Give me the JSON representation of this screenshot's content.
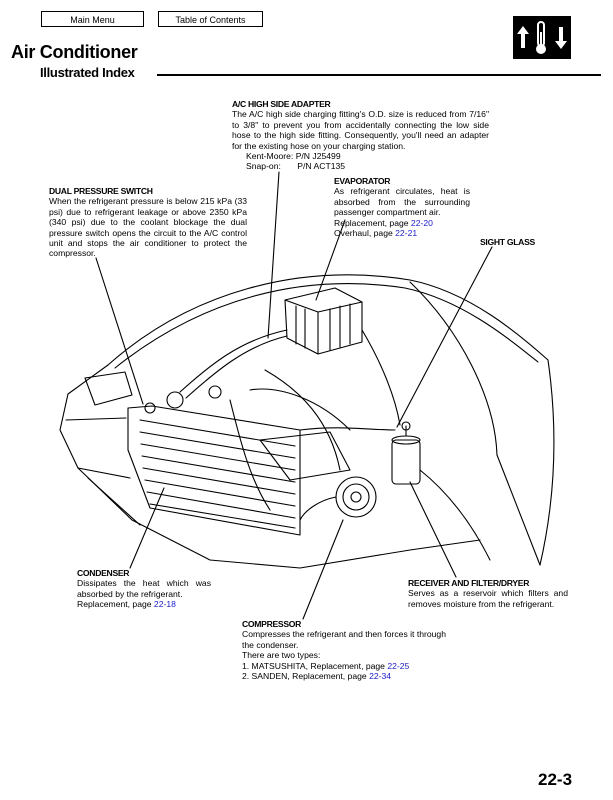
{
  "nav": {
    "main_menu": "Main Menu",
    "table_of_contents": "Table of Contents"
  },
  "header": {
    "title": "Air Conditioner",
    "subtitle": "Illustrated Index"
  },
  "page_number": "22-3",
  "callouts": {
    "ac_adapter": {
      "heading": "A/C HIGH SIDE ADAPTER",
      "body": "The A/C high side charging fitting's O.D. size is reduced from 7/16\" to 3/8\" to prevent you from accidentally connecting the low side hose to the high side fitting. Consequently, you'll need an adapter for the existing hose on your charging station.",
      "kent_label": "Kent-Moore:",
      "kent_pn": "P/N J25499",
      "snap_label": "Snap-on:",
      "snap_pn": "P/N ACT135"
    },
    "evaporator": {
      "heading": "EVAPORATOR",
      "body": "As refrigerant circulates, heat is absorbed from the surrounding passenger compartment air.",
      "replacement_label": "Replacement, page",
      "replacement_page": "22-20",
      "overhaul_label": "Overhaul, page",
      "overhaul_page": "22-21"
    },
    "dual_switch": {
      "heading": "DUAL PRESSURE SWITCH",
      "body": "When the refrigerant pressure is below 215 kPa (33 psi) due to refrigerant leakage or above 2350 kPa (340 psi) due to the coolant blockage the dual pressure switch opens the circuit to the A/C control unit and stops the air conditioner to protect the compressor."
    },
    "sight_glass": {
      "heading": "SIGHT GLASS"
    },
    "condenser": {
      "heading": "CONDENSER",
      "body": "Dissipates the heat which was absorbed by the refrigerant.",
      "replacement_label": "Replacement, page",
      "replacement_page": "22-18"
    },
    "receiver": {
      "heading": "RECEIVER AND FILTER/DRYER",
      "body": "Serves as a reservoir which filters and removes moisture from the refrigerant."
    },
    "compressor": {
      "heading": "COMPRESSOR",
      "body": "Compresses the refrigerant and then forces it through the condenser.",
      "types_intro": "There are two types:",
      "type1_label": "1. MATSUSHITA, Replacement, page",
      "type1_page": "22-25",
      "type2_label": "2. SANDEN, Replacement, page",
      "type2_page": "22-34"
    }
  }
}
